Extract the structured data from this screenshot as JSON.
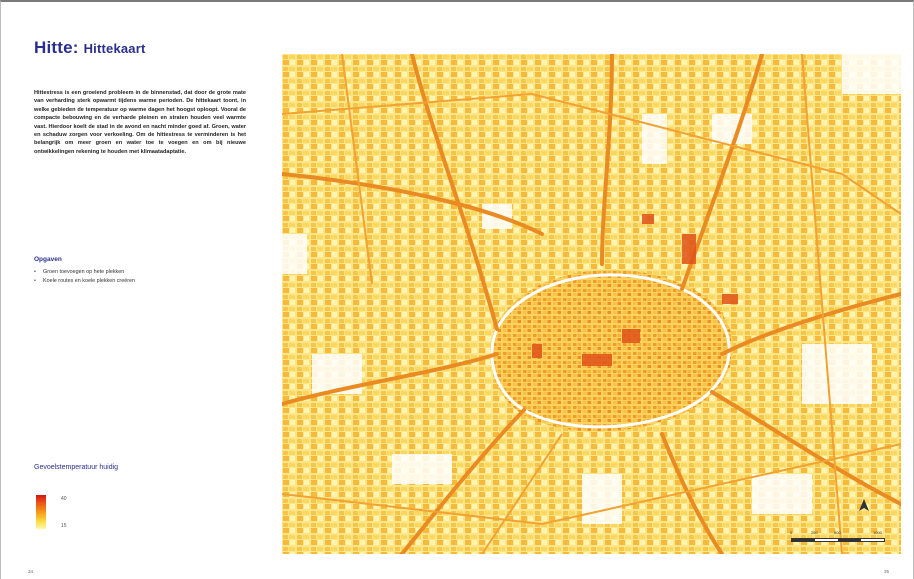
{
  "header": {
    "title_main": "Hitte: ",
    "title_sub": "Hittekaart"
  },
  "intro": {
    "text": "Hittestress is een groeiend probleem in de binnenstad, dat door de grote mate van verharding sterk opwarmt tijdens warme perioden. De hittekaart toont, in welke gebieden de temperatuur op warme dagen het hoogst oploopt. Vooral de compacte bebouwing en de verharde pleinen en straten houden veel warmte vast. Hierdoor koelt de stad in de avond en nacht minder goed af. Groen, water en schaduw zorgen voor verkoeling. Om de hittestress te verminderen is het belangrijk om meer groen en water toe te voegen en om bij nieuwe ontwikkelingen rekening te houden met klimaatadaptatie."
  },
  "goals": {
    "heading": "Opgaven",
    "items": [
      "Groen toevoegen op hete plekken",
      "Koele routes en koele plekken creëren"
    ]
  },
  "legend": {
    "title": "Gevoelstemperatuur huidig",
    "max_label": "40",
    "min_label": "15",
    "colors": [
      "#d4141a",
      "#ec5a14",
      "#f6a41d",
      "#fde04a",
      "#fff8b4"
    ]
  },
  "map": {
    "north_symbol": "north-arrow-icon",
    "scale_labels": [
      "0",
      "250",
      "500",
      "1000"
    ]
  },
  "footer": {
    "page_left": "34",
    "page_right": "35"
  }
}
